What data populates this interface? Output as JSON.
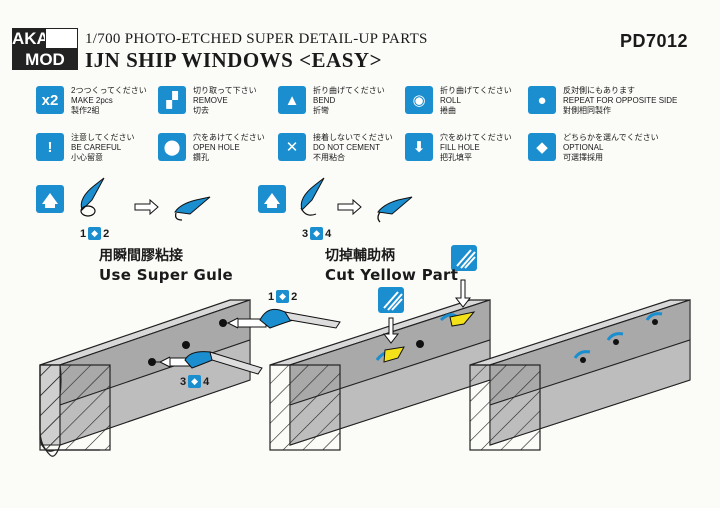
{
  "header": {
    "logo_top": "AKA",
    "logo_bottom": "MOD",
    "subtitle": "1/700 PHOTO-ETCHED SUPER DETAIL-UP PARTS",
    "title": "IJN SHIP WINDOWS <EASY>",
    "code": "PD7012"
  },
  "legend": [
    {
      "icon": "x2",
      "jp": "2つつくってください",
      "en": "MAKE 2pcs",
      "zh": "製作2組"
    },
    {
      "icon": "cut-icon",
      "jp": "切り取って下さい",
      "en": "REMOVE",
      "zh": "切去"
    },
    {
      "icon": "bend-icon",
      "jp": "折り曲げてください",
      "en": "BEND",
      "zh": "折彎"
    },
    {
      "icon": "roll-icon",
      "jp": "折り曲げてください",
      "en": "ROLL",
      "zh": "捲曲"
    },
    {
      "icon": "opposite-side-icon",
      "jp": "反対側にもあります",
      "en": "REPEAT FOR OPPOSITE SIDE",
      "zh": "對側相同製作"
    },
    {
      "icon": "careful-icon",
      "jp": "注意してください",
      "en": "BE CAREFUL",
      "zh": "小心留意"
    },
    {
      "icon": "open-hole-icon",
      "jp": "穴をあけてください",
      "en": "OPEN  HOLE",
      "zh": "鑽孔"
    },
    {
      "icon": "no-cement-icon",
      "jp": "接着しないでください",
      "en": "DO NOT CEMENT",
      "zh": "不用粘合"
    },
    {
      "icon": "fill-hole-icon",
      "jp": "穴をめけてください",
      "en": "FILL HOLE",
      "zh": "把孔填平"
    },
    {
      "icon": "optional-icon",
      "jp": "どちらかを選んでください",
      "en": "OPTIONAL",
      "zh": "可選擇採用"
    }
  ],
  "steps": {
    "left_nums": [
      "1",
      "2"
    ],
    "right_nums": [
      "3",
      "4"
    ],
    "mid_nums_a": [
      "1",
      "2"
    ],
    "mid_nums_b": [
      "3",
      "4"
    ]
  },
  "labels": {
    "glue_zh": "用瞬間膠粘接",
    "glue_en": "Use Super Gule",
    "cut_zh": "切掉輔助柄",
    "cut_en": "Cut Yellow Part"
  },
  "colors": {
    "accent": "#1b8ed0",
    "yellow": "#f3e21a",
    "beam": "#a9a9a9"
  }
}
